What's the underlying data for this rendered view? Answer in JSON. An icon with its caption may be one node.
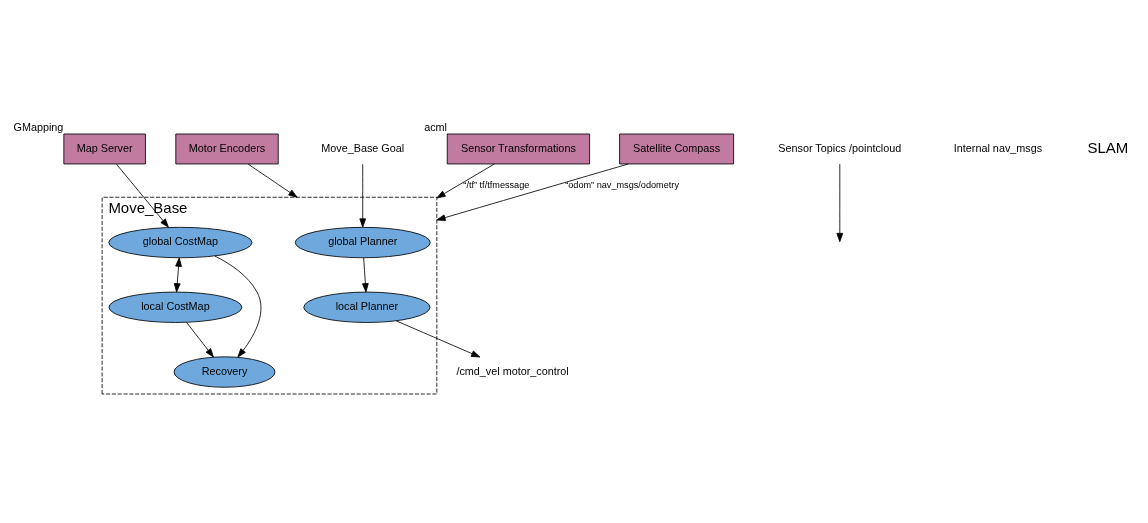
{
  "diagram": {
    "nodes": [
      {
        "text": [
          "Move_Base"
        ]
      },
      {
        "text": [
          "Sensor Transformations"
        ],
        "beside": [
          "acml"
        ]
      },
      {
        "text": [
          "Satellite Compass"
        ]
      },
      {
        "text": [
          "Motor Encoders"
        ]
      },
      {
        "text": [
          "Move_Base Goal"
        ]
      },
      {
        "text": [
          "global Planner"
        ],
        "in": 0
      },
      {
        "text": [
          "local Planner"
        ],
        "in": 0
      },
      {
        "text": [
          "/cmd_vel motor_control"
        ]
      },
      {
        "text": [
          "global CostMap"
        ],
        "in": 0
      },
      {
        "text": [
          "Recovery"
        ],
        "in": 0
      },
      {
        "text": [
          "local CostMap"
        ],
        "in": 0
      },
      {
        "text": [
          "Map Server"
        ],
        "beside": [
          "GMapping"
        ]
      },
      {
        "text": [
          "Sensor Topics /pointcloud"
        ]
      }
    ],
    "edges": [
      {
        "from": 1,
        "to": 0,
        "arrow": "to",
        "label": "“/tf” tf/tfmessage"
      },
      {
        "from": 2,
        "to": 0,
        "arrow": "to",
        "label": "“odom” nav_msgs/odometry"
      },
      {
        "from": 3,
        "to": 0,
        "arrow": "to"
      },
      {
        "from": 4,
        "to": 5,
        "arrow": "to"
      },
      {
        "from": 5,
        "to": 6,
        "arrow": "to"
      },
      {
        "from": 6,
        "to": 7,
        "arrow": "to"
      },
      {
        "from": 11,
        "to": 8,
        "arrow": "to"
      },
      {
        "from": 8,
        "to": 9,
        "arrow": "to"
      },
      {
        "from": 10,
        "to": 9,
        "arrow": "to"
      },
      {
        "from": 8,
        "to": 10,
        "arrow": "both"
      },
      {
        "from": 12,
        "to": null,
        "arrow": "to"
      }
    ],
    "labels": [
      "Internal nav_msgs",
      "SLAM"
    ]
  }
}
